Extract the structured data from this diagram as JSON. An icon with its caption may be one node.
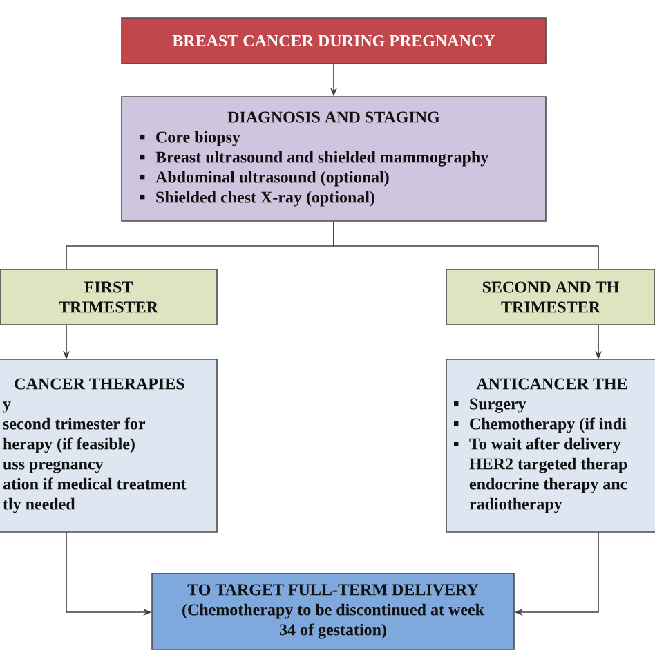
{
  "diagram": {
    "nodes": [
      {
        "text": [
          "BREAST CANCER DURING PREGNANCY"
        ]
      },
      {
        "text": [
          "DIAGNOSIS AND STAGING",
          "Core biopsy",
          "Breast ultrasound and shielded mammography",
          "Abdominal ultrasound (optional)",
          "Shielded chest X-ray (optional)"
        ]
      },
      {
        "text": [
          "FIRST TRIMESTER"
        ]
      },
      {
        "text": [
          "SECOND AND TH TRIMESTER"
        ]
      },
      {
        "text": [
          "CANCER THERAPIES",
          "y",
          "second trimester for herapy (if feasible)",
          "uss pregnancy",
          "ation if medical treatment tly needed"
        ]
      },
      {
        "text": [
          "ANTICANCER THE",
          "Surgery",
          "Chemotherapy (if indi",
          "To wait after delivery HER2 targeted therap endocrine therapy anc radiotherapy"
        ]
      },
      {
        "text": [
          "TO TARGET FULL-TERM DELIVERY",
          "(Chemotherapy to be discontinued at week 34 of gestation)"
        ]
      }
    ],
    "edges": [
      {
        "from": 0,
        "to": 1,
        "arrow": "to"
      },
      {
        "from": 1,
        "to": 2,
        "arrow": "none"
      },
      {
        "from": 1,
        "to": 3,
        "arrow": "none"
      },
      {
        "from": 2,
        "to": 4,
        "arrow": "to"
      },
      {
        "from": 3,
        "to": 5,
        "arrow": "to"
      },
      {
        "from": 4,
        "to": 6,
        "arrow": "to"
      },
      {
        "from": 5,
        "to": 6,
        "arrow": "to"
      }
    ]
  }
}
